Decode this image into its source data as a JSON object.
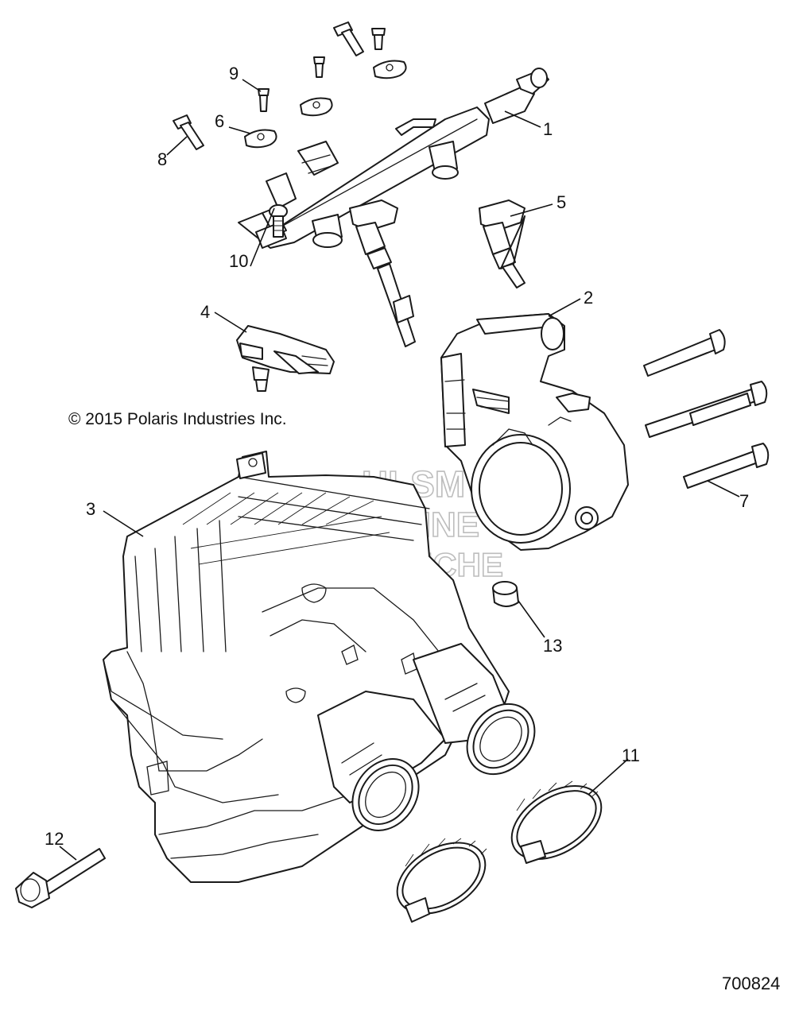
{
  "copyright": "© 2015 Polaris Industries Inc.",
  "document_number": "700824",
  "watermark": {
    "line1": "HLSM",
    "line2": "ONLINE",
    "line3": "MICROFICHE",
    "color": "#bdbdbd"
  },
  "callouts": {
    "c1": "1",
    "c2": "2",
    "c3": "3",
    "c4": "4",
    "c5": "5",
    "c6": "6",
    "c7": "7",
    "c8": "8",
    "c9": "9",
    "c10": "10",
    "c11": "11",
    "c12": "12",
    "c13": "13"
  },
  "line_color": "#1a1a1a"
}
